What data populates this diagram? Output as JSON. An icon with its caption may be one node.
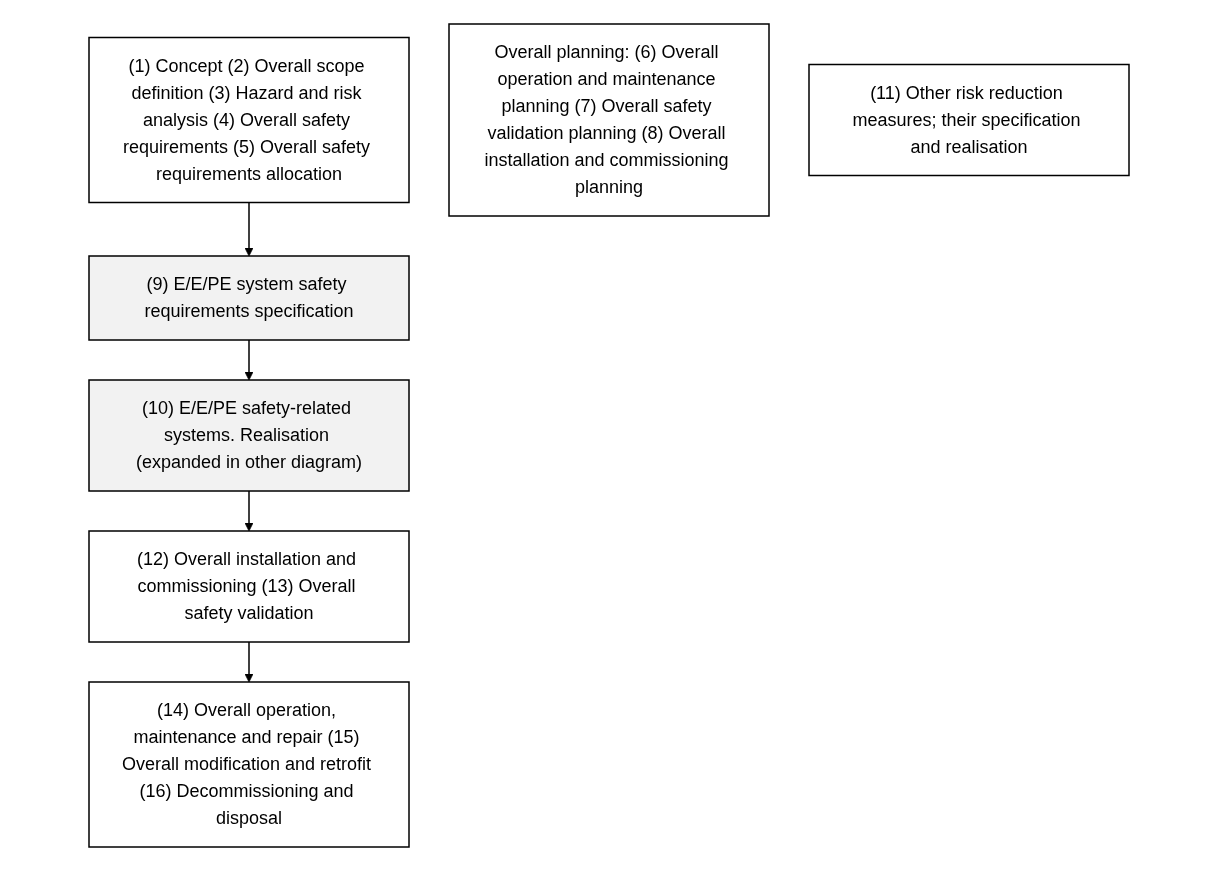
{
  "diagram": {
    "nodes": [
      {
        "text": [
          "(1) Concept (2) Overall scope definition (3) Hazard and risk analysis (4) Overall safety requirements (5) Overall safety requirements allocation"
        ]
      },
      {
        "text": [
          "Overall planning: (6) Overall operation and maintenance planning (7) Overall safety validation planning (8) Overall installation and commissioning planning"
        ]
      },
      {
        "text": [
          "(9) E/E/PE system safety requirements specification"
        ]
      },
      {
        "text": [
          "(11) Other risk reduction measures; their specification and realisation"
        ]
      },
      {
        "text": [
          "(10) E/E/PE safety-related systems. Realisation (expanded in other diagram)"
        ]
      },
      {
        "text": [
          "(12) Overall installation and commissioning (13) Overall safety validation"
        ]
      },
      {
        "text": [
          "(14) Overall operation, maintenance and repair (15) Overall modification and retrofit (16) Decommissioning and disposal"
        ]
      }
    ],
    "edges": [
      {
        "from": 0,
        "to": 2,
        "arrow": "to"
      },
      {
        "from": 2,
        "to": 4,
        "arrow": "to"
      },
      {
        "from": 4,
        "to": 5,
        "arrow": "to"
      },
      {
        "from": 5,
        "to": 6,
        "arrow": "to"
      }
    ]
  }
}
